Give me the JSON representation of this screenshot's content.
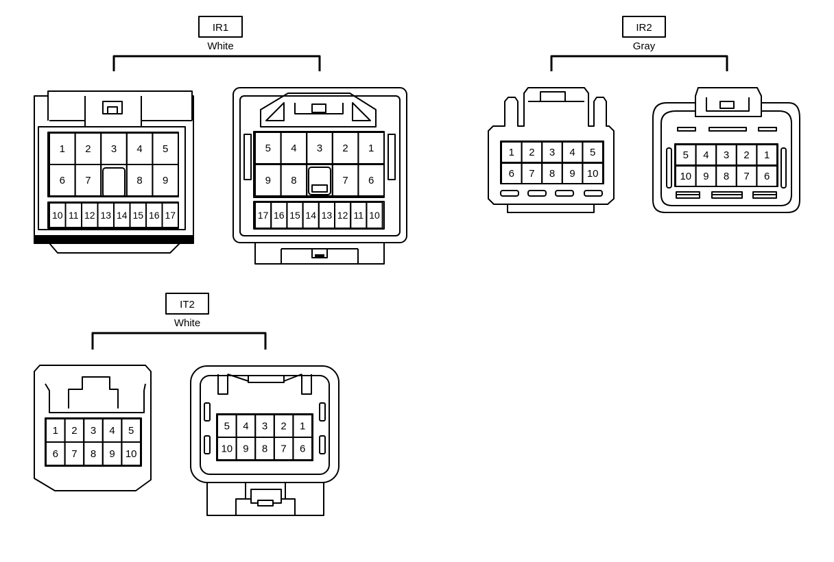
{
  "connectors": {
    "ir1": {
      "code": "IR1",
      "color": "White",
      "left_face": {
        "row1": [
          "1",
          "2",
          "3",
          "4",
          "5"
        ],
        "row2": [
          "6",
          "7",
          "",
          "8",
          "9"
        ],
        "row3": [
          "10",
          "11",
          "12",
          "13",
          "14",
          "15",
          "16",
          "17"
        ]
      },
      "right_face": {
        "row1": [
          "5",
          "4",
          "3",
          "2",
          "1"
        ],
        "row2": [
          "9",
          "8",
          "",
          "7",
          "6"
        ],
        "row3": [
          "17",
          "16",
          "15",
          "14",
          "13",
          "12",
          "11",
          "10"
        ]
      }
    },
    "ir2": {
      "code": "IR2",
      "color": "Gray",
      "left_face": {
        "row1": [
          "1",
          "2",
          "3",
          "4",
          "5"
        ],
        "row2": [
          "6",
          "7",
          "8",
          "9",
          "10"
        ]
      },
      "right_face": {
        "row1": [
          "5",
          "4",
          "3",
          "2",
          "1"
        ],
        "row2": [
          "10",
          "9",
          "8",
          "7",
          "6"
        ]
      }
    },
    "it2": {
      "code": "IT2",
      "color": "White",
      "left_face": {
        "row1": [
          "1",
          "2",
          "3",
          "4",
          "5"
        ],
        "row2": [
          "6",
          "7",
          "8",
          "9",
          "10"
        ]
      },
      "right_face": {
        "row1": [
          "5",
          "4",
          "3",
          "2",
          "1"
        ],
        "row2": [
          "10",
          "9",
          "8",
          "7",
          "6"
        ]
      }
    }
  }
}
